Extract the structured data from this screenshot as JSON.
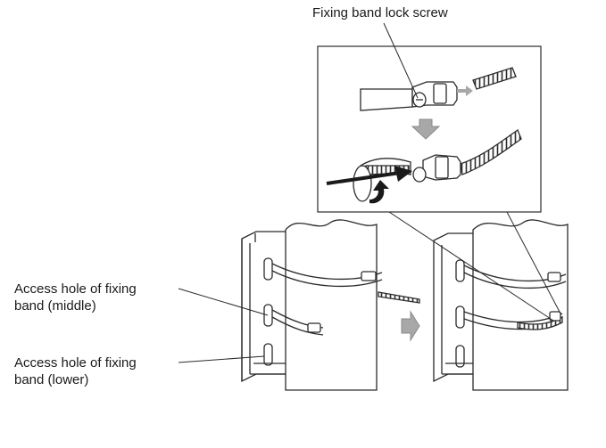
{
  "labels": {
    "lock_screw": "Fixing band lock screw",
    "middle_line1": "Access hole of fixing",
    "middle_line2": "band (middle)",
    "lower_line1": "Access hole of fixing",
    "lower_line2": "band (lower)"
  },
  "colors": {
    "stroke": "#2b2b2b",
    "arrow_gray": "#a8a8a8",
    "arrow_dark": "#1a1a1a",
    "background": "#ffffff"
  },
  "icons": {
    "next_step_arrow": "right-arrow",
    "detail_step_arrow": "down-arrow",
    "insert_direction": "right-arrow",
    "tighten_direction": "rotate-arrow"
  }
}
